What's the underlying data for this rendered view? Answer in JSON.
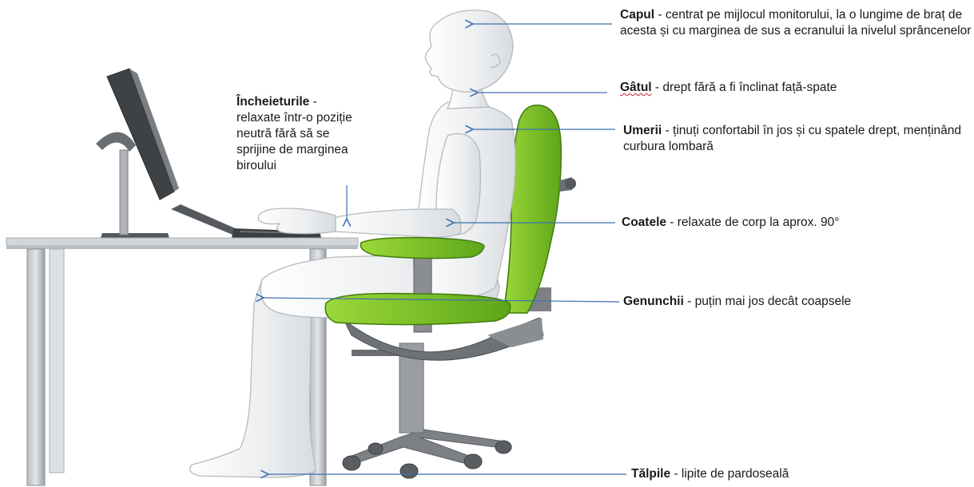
{
  "labels": {
    "head": {
      "term": "Capul",
      "text": " - centrat pe mijlocul monitorului, la o lungime de braț de acesta și cu marginea de sus a ecranului la nivelul sprâncenelor"
    },
    "neck": {
      "term": "Gâtul",
      "text": " - drept fără a fi înclinat față-spate"
    },
    "shoulders": {
      "term": "Umerii",
      "text": " - ținuți confortabil în jos și cu spatele drept, menținând curbura lombară"
    },
    "elbows": {
      "term": "Coatele",
      "text": " - relaxate de corp la aprox. 90°"
    },
    "knees": {
      "term": "Genunchii",
      "text": " - puțin mai jos decât coapsele"
    },
    "feet": {
      "term": "Tălpile",
      "text": " - lipite de pardoseală"
    },
    "wrists": {
      "term": "Încheieturile",
      "text": " - relaxate într-o poziție neutră fără să se sprijine de marginea biroului"
    }
  },
  "colors": {
    "arrow": "#3d6fb0",
    "chair_green": "#7ec328",
    "chair_green_dark": "#4e8f12",
    "chair_grey": "#8a8d90",
    "desk_grey": "#c8ccd0",
    "figure_fill": "#eef0f2",
    "figure_outline": "#b8bcc0",
    "monitor_dark": "#4a4d50"
  }
}
